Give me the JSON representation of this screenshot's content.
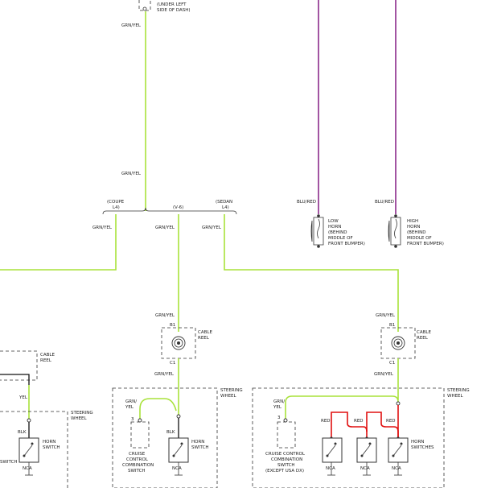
{
  "labels": {
    "under_left_dash": "(UNDER LEFT",
    "under_left_dash2": "SIDE OF DASH)",
    "grnyel": "GRN/YEL",
    "grnyel_split_a": "GRN/",
    "grnyel_split_b": "YEL",
    "yel": "YEL",
    "blk": "BLK",
    "red": "RED",
    "blured": "BLU/RED",
    "coupe": "(COUPE",
    "l4": "L4)",
    "v6": "(V-6)",
    "sedan": "(SEDAN",
    "cable": "CABLE",
    "reel": "REEL",
    "steering": "STEERING",
    "wheel": "WHEEL",
    "horn": "HORN",
    "switch": "SWITCH",
    "switches": "SWITCHES",
    "nca": "NCA",
    "b1": "B1",
    "c1": "C1",
    "pin3": "3",
    "cruise": "CRUISE",
    "control": "CONTROL",
    "combination": "COMBINATION",
    "cruise_control": "CRUISE CONTROL",
    "except": "(EXCEPT USA DX)",
    "low": "LOW",
    "high": "HIGH",
    "behind": "(BEHIND",
    "middle_of": "MIDDLE OF",
    "front_bumper": "FRONT BUMPER)"
  },
  "colors": {
    "grn_yel_wire": "#a8e23a",
    "blu_red_wire": "#8b2a8b",
    "red_wire": "#e01010",
    "black_wire": "#111111"
  }
}
